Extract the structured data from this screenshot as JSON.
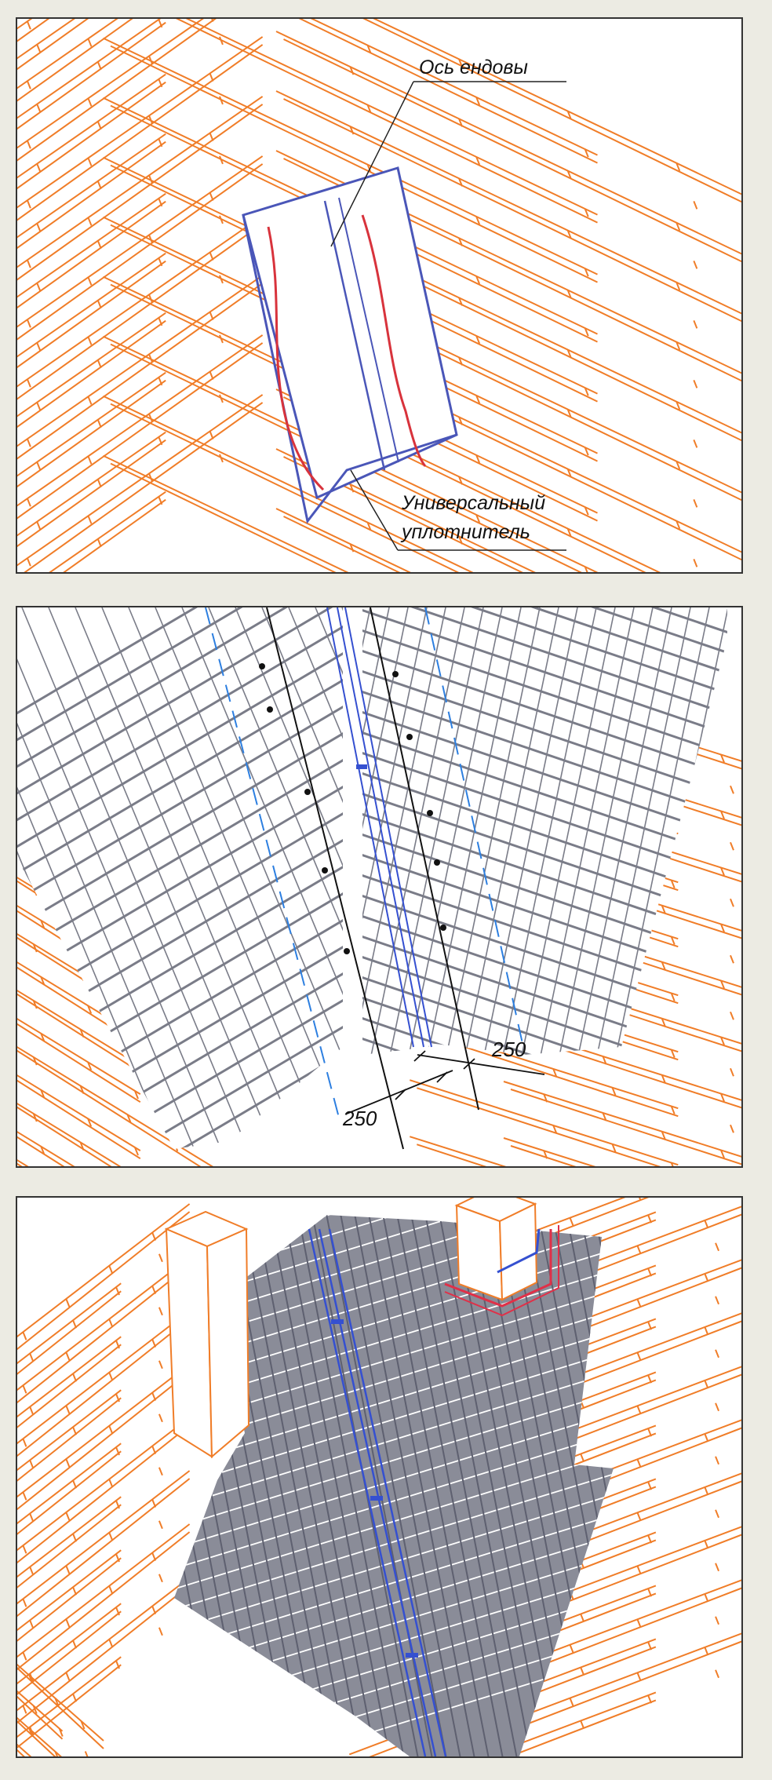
{
  "colors": {
    "batten": "#f07d28",
    "sheet": "#4a56b8",
    "tile": "#7a7c88",
    "tile_dark": "#5e6070",
    "valley": "#3550d0",
    "dashed": "#2d7fe0",
    "sealant": "#d8333c",
    "chimney": "#f07d28",
    "apron": "#e03048"
  },
  "panel1": {
    "label_axis": "Ось ендовы",
    "label_seal_line1": "Универсальный",
    "label_seal_line2": "уплотнитель"
  },
  "panel2": {
    "dim_right": "250",
    "dim_left": "250"
  }
}
